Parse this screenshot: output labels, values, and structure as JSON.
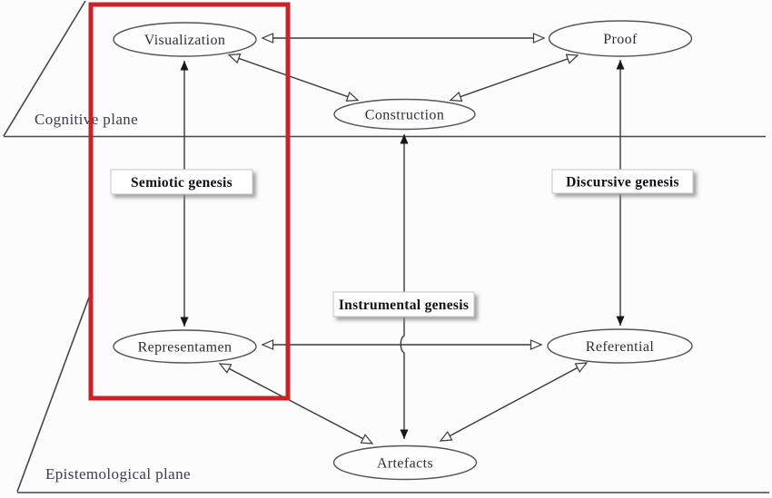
{
  "figure": {
    "planes": {
      "cognitive": "Cognitive plane",
      "epistemological": "Epistemological plane"
    },
    "nodes": {
      "visualization": "Visualization",
      "proof": "Proof",
      "construction": "Construction",
      "representamen": "Representamen",
      "referential": "Referential",
      "artefacts": "Artefacts"
    },
    "genesis_labels": {
      "semiotic": "Semiotic genesis",
      "discursive": "Discursive genesis",
      "instrumental": "Instrumental genesis"
    },
    "edges": [
      {
        "from": "Visualization",
        "to": "Proof",
        "arrows": "both",
        "head": "open"
      },
      {
        "from": "Visualization",
        "to": "Construction",
        "arrows": "both",
        "head": "open"
      },
      {
        "from": "Construction",
        "to": "Proof",
        "arrows": "both",
        "head": "open"
      },
      {
        "from": "Representamen",
        "to": "Referential",
        "arrows": "both",
        "head": "open"
      },
      {
        "from": "Representamen",
        "to": "Artefacts",
        "arrows": "both",
        "head": "open"
      },
      {
        "from": "Referential",
        "to": "Artefacts",
        "arrows": "both",
        "head": "open"
      },
      {
        "from": "Visualization",
        "to": "Representamen",
        "arrows": "both",
        "head": "solid",
        "label": "Semiotic genesis"
      },
      {
        "from": "Proof",
        "to": "Referential",
        "arrows": "both",
        "head": "solid",
        "label": "Discursive genesis"
      },
      {
        "from": "Construction",
        "to": "Artefacts",
        "arrows": "both",
        "head": "solid",
        "label": "Instrumental genesis"
      }
    ],
    "colors": {
      "highlight": "#c82329",
      "line": "#3a3a3a"
    }
  }
}
